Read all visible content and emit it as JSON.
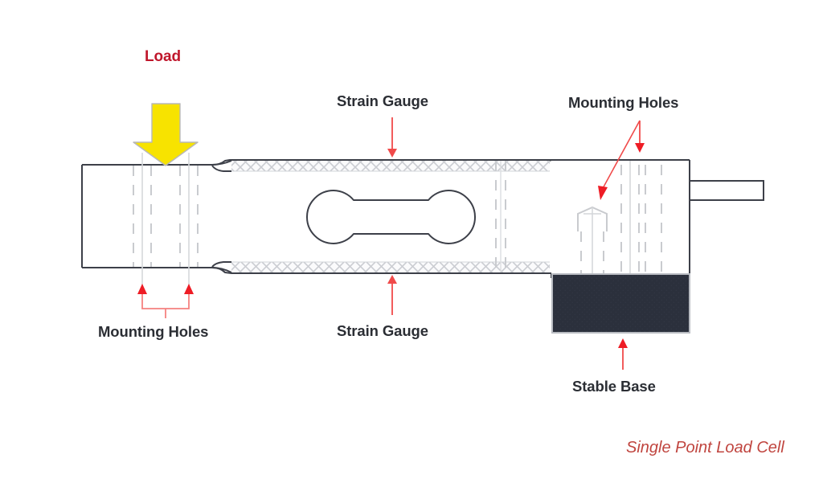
{
  "diagram": {
    "title_caption": "Single Point Load Cell",
    "labels": {
      "load": "Load",
      "strain_gauge_top": "Strain Gauge",
      "strain_gauge_bottom": "Strain Gauge",
      "mounting_holes_top": "Mounting Holes",
      "mounting_holes_bottom": "Mounting Holes",
      "stable_base": "Stable Base"
    },
    "colors": {
      "background": "#ffffff",
      "body_outline": "#3d4049",
      "hidden_line": "#c9cbcf",
      "strain_gauge_hatch": "#c9cbcf",
      "load_arrow_fill": "#f7e300",
      "load_arrow_stroke": "#b8b8b8",
      "annotation_arrow": "#f04a4a",
      "annotation_arrow_strong": "#ee1c25",
      "label_text": "#2b2e34",
      "load_label_text": "#c0172c",
      "caption_text": "#c0453f",
      "stable_base_fill": "#2b303c",
      "stable_base_border": "#b9bcc2"
    },
    "components": [
      {
        "name": "load-arrow",
        "kind": "force-indicator",
        "direction": "down"
      },
      {
        "name": "load-cell-body",
        "kind": "beam-outline"
      },
      {
        "name": "strain-gauge-top",
        "kind": "hatched-band"
      },
      {
        "name": "strain-gauge-bottom",
        "kind": "hatched-band"
      },
      {
        "name": "flexure-cutout",
        "kind": "dumbbell-cutout"
      },
      {
        "name": "mounting-holes-left",
        "kind": "hidden-hole-pair",
        "count": 2
      },
      {
        "name": "mounting-holes-right",
        "kind": "hidden-hole-pair",
        "count": 2
      },
      {
        "name": "countersunk-hole",
        "kind": "hidden-hole-detail",
        "count": 1
      },
      {
        "name": "cable-stub",
        "kind": "rectangle"
      },
      {
        "name": "stable-base",
        "kind": "filled-block"
      }
    ]
  }
}
